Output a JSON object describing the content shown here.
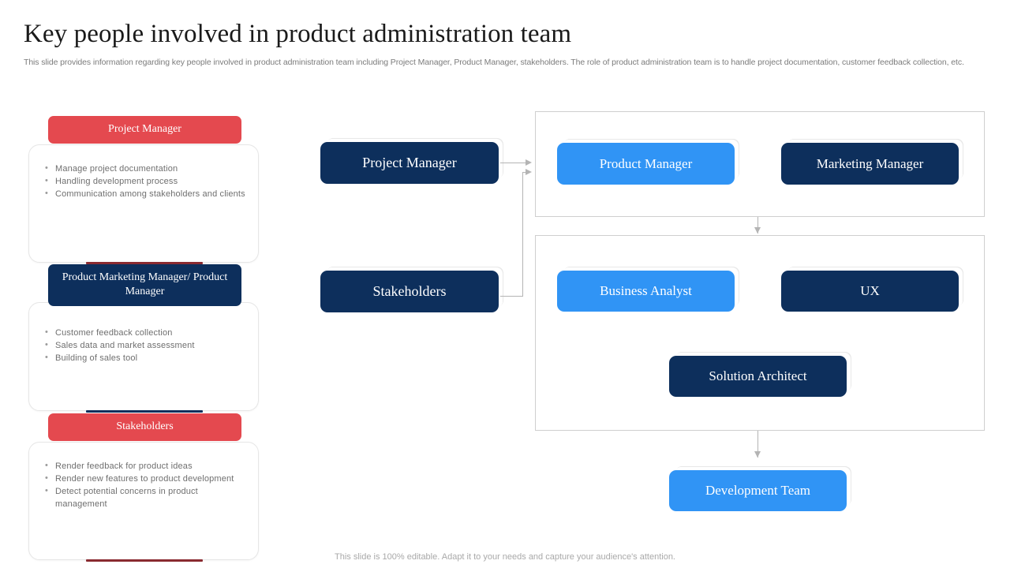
{
  "slide": {
    "title": "Key people involved in product administration team",
    "subtitle": "This slide provides information regarding key people involved in product administration team including Project Manager, Product Manager, stakeholders. The role of product administration team is to handle project documentation, customer feedback collection, etc.",
    "footer": "This slide is 100% editable. Adapt it to your needs and capture your audience's attention."
  },
  "colors": {
    "red": "#e4494f",
    "navy": "#0d2f5c",
    "blue": "#3094f5",
    "connector": "#b4b4b4",
    "panel_border": "#cfcfcf",
    "body_text": "#6f6f6f"
  },
  "info_cards": [
    {
      "header": "Project Manager",
      "header_color": "red",
      "accent_color": "red",
      "bullets": [
        "Manage project documentation",
        "Handling development process",
        "Communication among stakeholders and clients"
      ]
    },
    {
      "header": "Product Marketing Manager/ Product Manager",
      "header_color": "navy",
      "accent_color": "navy",
      "bullets": [
        "Customer feedback collection",
        "Sales data and market assessment",
        "Building of sales tool"
      ]
    },
    {
      "header": "Stakeholders",
      "header_color": "red",
      "accent_color": "red",
      "bullets": [
        "Render feedback for product ideas",
        "Render new features to product development",
        "Detect potential concerns in product management"
      ]
    }
  ],
  "flow": {
    "inputs": [
      {
        "label": "Project Manager",
        "style": "navy"
      },
      {
        "label": "Stakeholders",
        "style": "navy"
      }
    ],
    "group_one": [
      {
        "label": "Product Manager",
        "style": "blue"
      },
      {
        "label": "Marketing Manager",
        "style": "navy"
      }
    ],
    "group_two": [
      {
        "label": "Business Analyst",
        "style": "blue"
      },
      {
        "label": "UX",
        "style": "navy"
      },
      {
        "label": "Solution Architect",
        "style": "navy"
      }
    ],
    "output": {
      "label": "Development Team",
      "style": "blue"
    }
  }
}
